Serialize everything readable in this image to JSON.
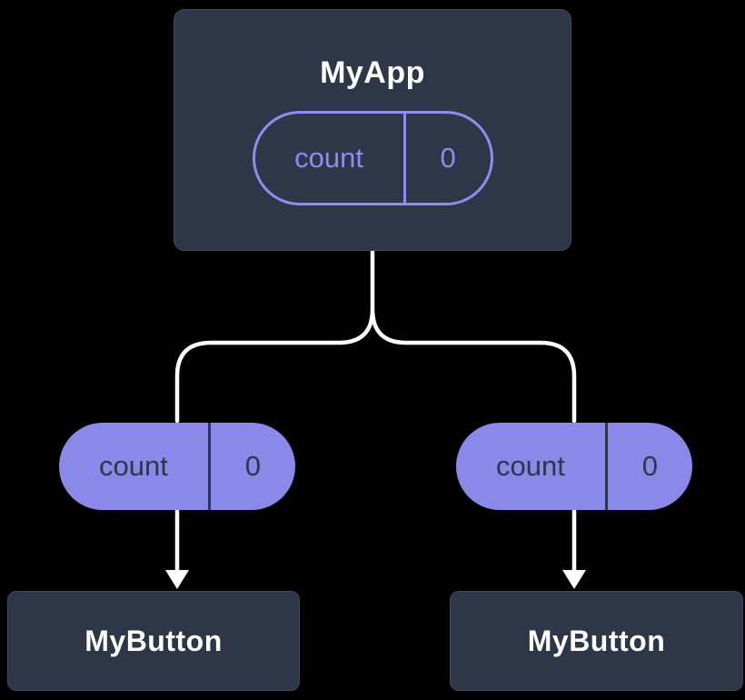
{
  "diagram": {
    "root": {
      "label": "MyApp",
      "state": {
        "name": "count",
        "value": "0"
      }
    },
    "prop_left": {
      "name": "count",
      "value": "0"
    },
    "prop_right": {
      "name": "count",
      "value": "0"
    },
    "child_left": {
      "label": "MyButton"
    },
    "child_right": {
      "label": "MyButton"
    }
  },
  "colors": {
    "background": "#000000",
    "node_bg": "#2d3748",
    "node_border": "#3c4a5e",
    "node_text": "#ffffff",
    "pill_outline": "#8f8cee",
    "pill_fill": "#8a88e8",
    "pill_fill_text": "#2d3748",
    "connector": "#ffffff"
  }
}
